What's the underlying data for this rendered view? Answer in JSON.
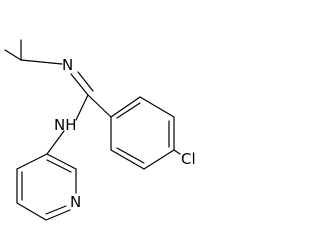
{
  "molecule": {
    "atom_labels": {
      "imine_n": "N",
      "amine_nh": "NH",
      "chlorine": "Cl",
      "pyridine_n": "N"
    },
    "colors": {
      "bond": "#000000",
      "label": "#000000",
      "background": "#ffffff"
    }
  }
}
